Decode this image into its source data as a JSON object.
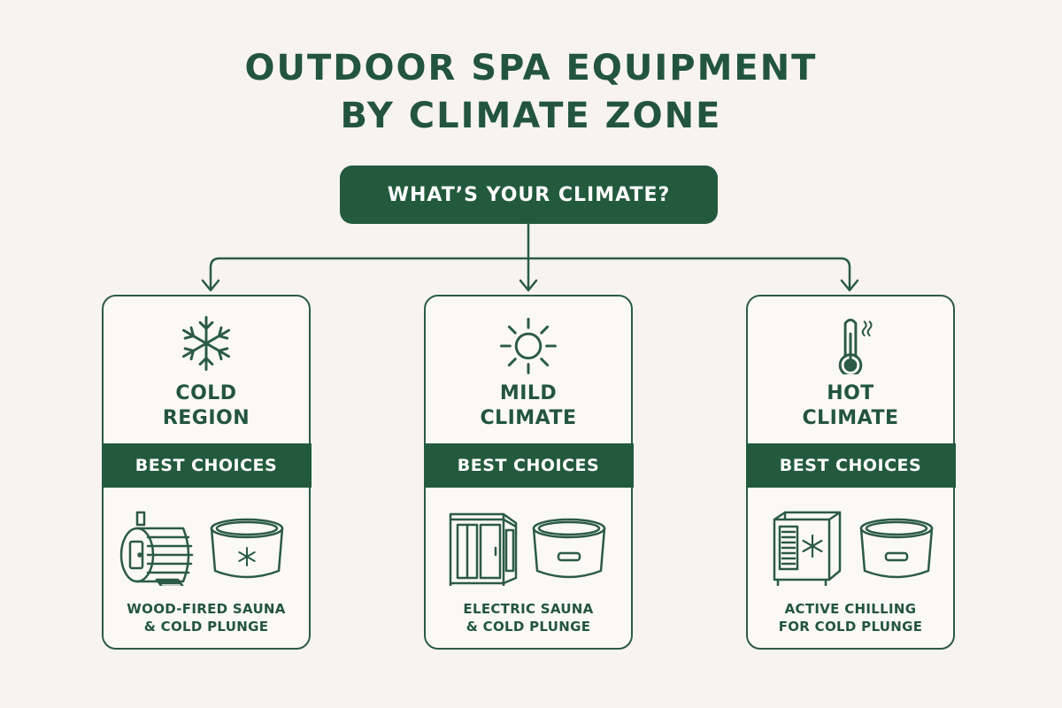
{
  "title": {
    "line1": "OUTDOOR SPA EQUIPMENT",
    "line2": "BY CLIMATE ZONE"
  },
  "question": "WHAT’S YOUR CLIMATE?",
  "colors": {
    "primary": "#235a3e",
    "background": "#f7f4ef"
  },
  "zones": [
    {
      "icon": "snowflake-icon",
      "name_line1": "COLD",
      "name_line2": "REGION",
      "band_label": "BEST CHOICES",
      "equipment_icons": [
        "barrel-sauna-icon",
        "cold-plunge-tub-icon"
      ],
      "rec_line1": "WOOD-FIRED SAUNA",
      "rec_line2": "& COLD PLUNGE"
    },
    {
      "icon": "sun-icon",
      "name_line1": "MILD",
      "name_line2": "CLIMATE",
      "band_label": "BEST CHOICES",
      "equipment_icons": [
        "cabin-sauna-icon",
        "cold-plunge-tub-icon"
      ],
      "rec_line1": "ELECTRIC SAUNA",
      "rec_line2": "& COLD PLUNGE"
    },
    {
      "icon": "thermometer-icon",
      "name_line1": "HOT",
      "name_line2": "CLIMATE",
      "band_label": "BEST CHOICES",
      "equipment_icons": [
        "chiller-unit-icon",
        "cold-plunge-tub-icon"
      ],
      "rec_line1": "ACTIVE CHILLING",
      "rec_line2": "FOR COLD PLUNGE"
    }
  ]
}
